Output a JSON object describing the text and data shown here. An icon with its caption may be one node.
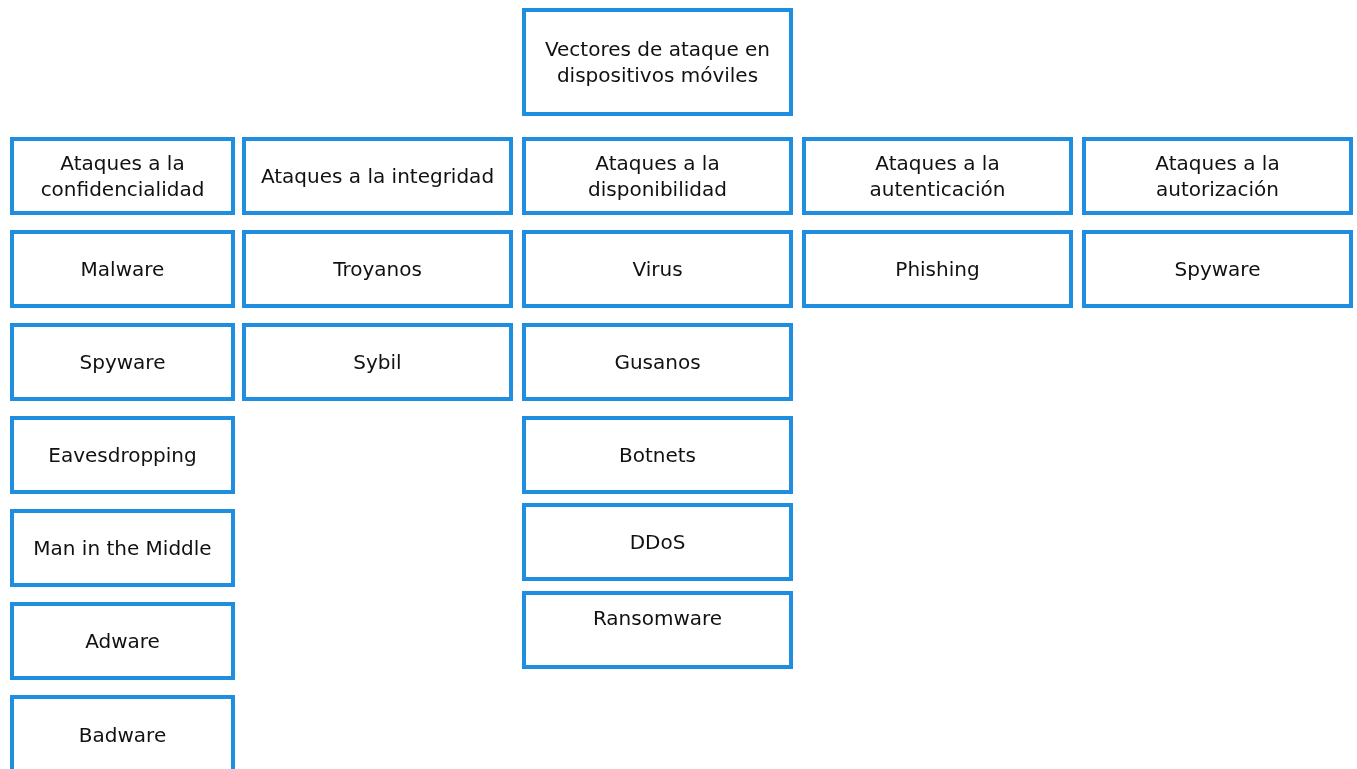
{
  "diagram": {
    "nodes": [
      {
        "text": [
          "Vectores de ataque en dispositivos móviles"
        ]
      },
      {
        "text": [
          "Ataques a la confidencialidad"
        ]
      },
      {
        "text": [
          "Ataques a la integridad"
        ]
      },
      {
        "text": [
          "Ataques a la disponibilidad"
        ]
      },
      {
        "text": [
          "Ataques a la autenticación"
        ]
      },
      {
        "text": [
          "Ataques a la autorización"
        ]
      },
      {
        "text": [
          "Malware"
        ]
      },
      {
        "text": [
          "Spyware"
        ]
      },
      {
        "text": [
          "Eavesdropping"
        ]
      },
      {
        "text": [
          "Man in the Middle"
        ]
      },
      {
        "text": [
          "Adware"
        ]
      },
      {
        "text": [
          "Badware"
        ]
      },
      {
        "text": [
          "Troyanos"
        ]
      },
      {
        "text": [
          "Sybil"
        ]
      },
      {
        "text": [
          "Virus"
        ]
      },
      {
        "text": [
          "Gusanos"
        ]
      },
      {
        "text": [
          "Botnets"
        ]
      },
      {
        "text": [
          "DDoS"
        ]
      },
      {
        "text": [
          "Ransomware"
        ]
      },
      {
        "text": [
          "Phishing"
        ]
      },
      {
        "text": [
          "Spyware"
        ]
      }
    ],
    "edges": []
  }
}
